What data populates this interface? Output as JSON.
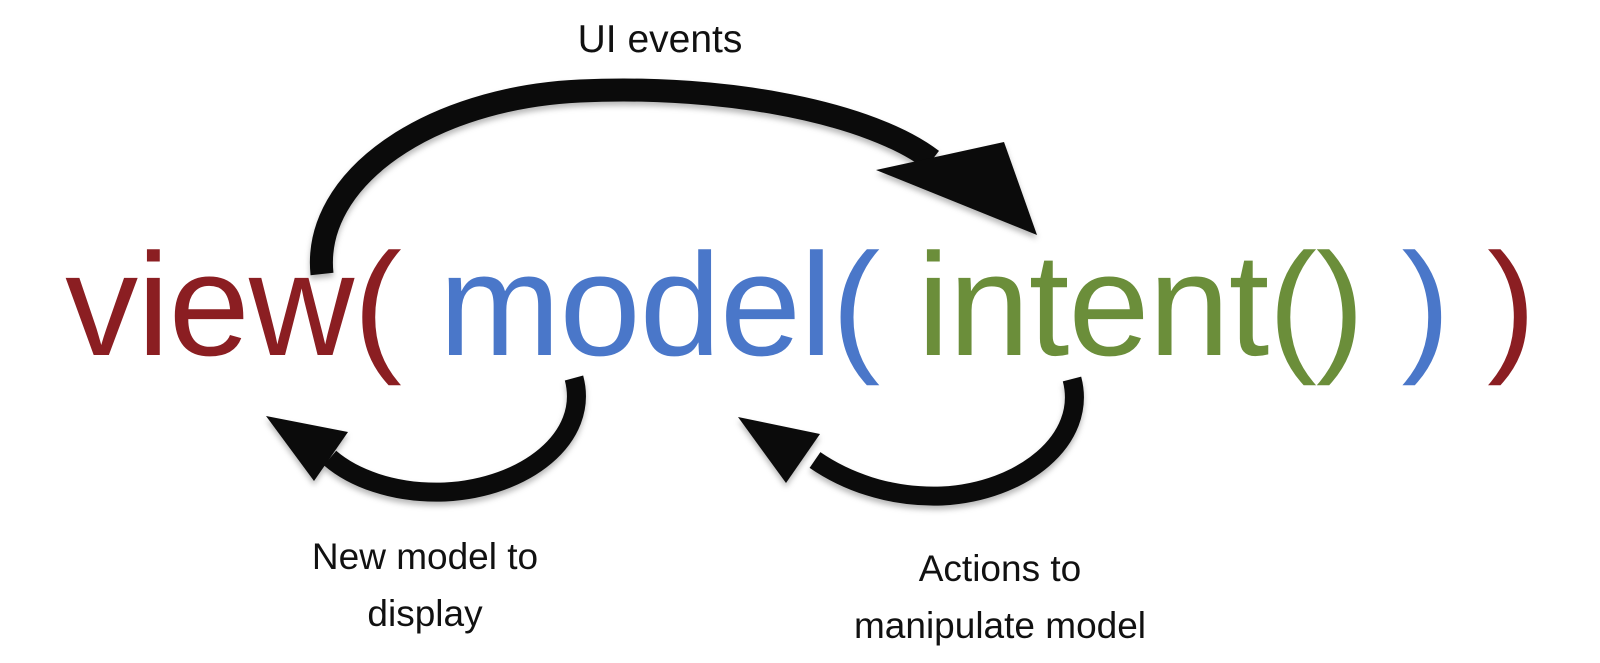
{
  "diagram": {
    "title_semantic": "model-view-intent cycle",
    "expression": {
      "segments": [
        {
          "name": "view-open",
          "text": "view(",
          "color": "#8B1E22"
        },
        {
          "name": "model-open",
          "text": "model(",
          "color": "#4A77C9"
        },
        {
          "name": "intent-call",
          "text": "intent()",
          "color": "#6B8E3A"
        },
        {
          "name": "model-close",
          "text": ")",
          "color": "#4A77C9"
        },
        {
          "name": "view-close",
          "text": ")",
          "color": "#8B1E22"
        }
      ]
    },
    "labels": {
      "ui_events": "UI events",
      "new_model_line1": "New model to",
      "new_model_line2": "display",
      "actions_line1": "Actions to",
      "actions_line2": "manipulate model"
    },
    "arrows": [
      {
        "name": "ui-events-arrow",
        "from": "view",
        "to": "intent",
        "position": "top"
      },
      {
        "name": "new-model-arrow",
        "from": "model",
        "to": "view",
        "position": "bottom-left"
      },
      {
        "name": "actions-arrow",
        "from": "intent",
        "to": "model",
        "position": "bottom-right"
      }
    ],
    "colors": {
      "arrow": "#0B0B0B",
      "label_text": "#111111",
      "background": "#FFFFFF",
      "view": "#8B1E22",
      "model": "#4A77C9",
      "intent": "#6B8E3A"
    }
  }
}
